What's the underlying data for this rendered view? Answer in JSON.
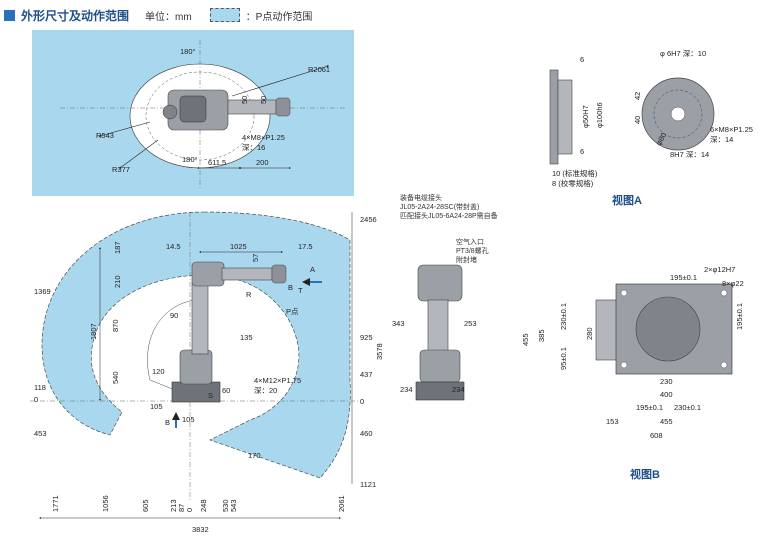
{
  "header": {
    "title": "外形尺寸及动作范围",
    "unit": "单位：mm",
    "legend": "：P点动作范围"
  },
  "top_view": {
    "angle_top": "180°",
    "angle_bottom": "180°",
    "r_outer": "R2061",
    "r_mid": "R543",
    "r_inner": "R377",
    "dim_611": "611.5",
    "dim_200": "200",
    "dim_50a": "50",
    "dim_50b": "50",
    "bolt": "4×M8×P1.25",
    "bolt_depth": "深：16"
  },
  "side_view": {
    "d_145": "14.5",
    "d_1025": "1025",
    "d_175": "17.5",
    "d_187": "187",
    "d_210": "210",
    "d_57": "57",
    "d_1807": "1807",
    "d_870": "870",
    "d_540": "540",
    "d_1369": "1369",
    "d_118": "118",
    "d_0_left": "0",
    "d_453": "453",
    "d_2456": "2456",
    "d_925": "925",
    "d_437": "437",
    "d_0_right": "0",
    "d_460": "460",
    "d_1121": "1121",
    "d_3578": "3578",
    "a_90": "90",
    "a_135": "135",
    "a_120": "120",
    "a_60": "60",
    "a_170": "170",
    "d_105a": "105",
    "d_105b": "105",
    "bolt": "4×M12×P1.75",
    "bolt_depth": "深：20",
    "lbl_R": "R",
    "lbl_B": "B",
    "lbl_T": "T",
    "lbl_P": "P点",
    "lbl_A": "A",
    "lbl_S": "S",
    "lbl_B_arrow": "B",
    "b_1771": "1771",
    "b_1056": "1056",
    "b_605": "605",
    "b_213": "213",
    "b_87": "87",
    "b_0": "0",
    "b_248": "248",
    "b_530": "530",
    "b_543": "543",
    "b_2061": "2061",
    "b_3832": "3832"
  },
  "front_view": {
    "note1": "装备电缆接头",
    "note2": "JL05-2A24-28SC(带封盖)",
    "note3": "匹配接头JL05-6A24-28P需自备",
    "note4": "空气入口",
    "note5": "PT3/8螺孔",
    "note6": "附封堵",
    "d_343": "343",
    "d_253": "253",
    "d_234a": "234",
    "d_234b": "234"
  },
  "view_a": {
    "label": "视图A",
    "d_6a": "6",
    "d_6b": "6",
    "phi50": "φ50H7",
    "phi100": "φ100h6",
    "d_10": "10 (标准规格)",
    "d_8": "8 (校零规格)",
    "hole": "φ 6H7 深：10",
    "d_42": "42",
    "d_40": "40",
    "phi80": "φ80",
    "bolt": "6×M8×P1.25",
    "bolt_depth": "深：14",
    "pin": "8H7 深：14"
  },
  "view_b": {
    "label": "视图B",
    "d_195": "195±0.1",
    "hole1": "2×φ12H7",
    "hole2": "8×φ22",
    "d_195v": "195±0.1",
    "d_455v": "455",
    "d_385": "385",
    "d_95": "95±0.1",
    "d_230v": "230±0.1",
    "d_280": "280",
    "d_230": "230",
    "d_400": "400",
    "d_195b": "195±0.1",
    "d_230b": "230±0.1",
    "d_153": "153",
    "d_455": "455",
    "d_608": "608"
  },
  "colors": {
    "range_fill": "#a9d8ee",
    "title_blue": "#1f4f8a",
    "robot_gray": "#9b9fa6"
  }
}
